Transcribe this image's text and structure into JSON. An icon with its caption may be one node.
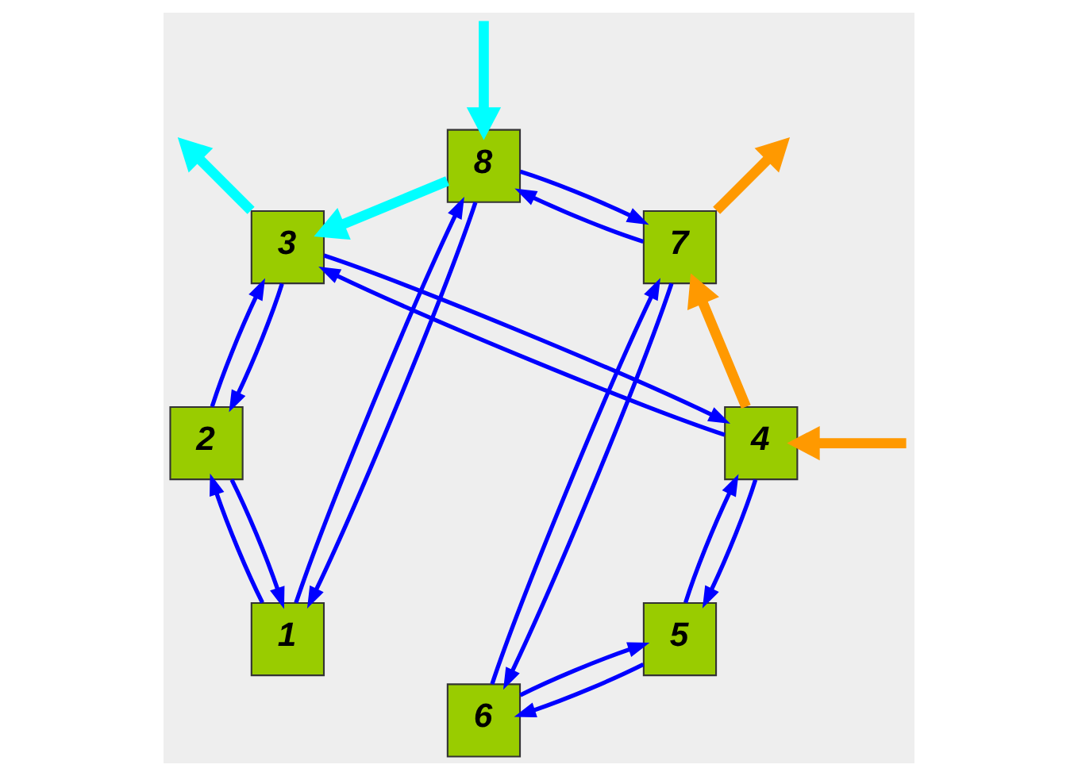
{
  "diagram": {
    "nodes": [
      {
        "text": [
          "1"
        ]
      },
      {
        "text": [
          "2"
        ]
      },
      {
        "text": [
          "3"
        ]
      },
      {
        "text": [
          "4"
        ]
      },
      {
        "text": [
          "5"
        ]
      },
      {
        "text": [
          "6"
        ]
      },
      {
        "text": [
          "7"
        ]
      },
      {
        "text": [
          "8"
        ]
      }
    ],
    "edges": [
      {
        "from": 0,
        "to": 1,
        "arrow": "to"
      },
      {
        "from": 1,
        "to": 2,
        "arrow": "to"
      },
      {
        "from": 2,
        "to": 3,
        "arrow": "to"
      },
      {
        "from": 3,
        "to": 4,
        "arrow": "to"
      },
      {
        "from": 4,
        "to": 5,
        "arrow": "to"
      },
      {
        "from": 5,
        "to": 6,
        "arrow": "to"
      },
      {
        "from": 6,
        "to": 7,
        "arrow": "to"
      },
      {
        "from": 7,
        "to": 0,
        "arrow": "to"
      },
      {
        "from": 1,
        "to": 0,
        "arrow": "to"
      },
      {
        "from": 2,
        "to": 1,
        "arrow": "to"
      },
      {
        "from": 3,
        "to": 2,
        "arrow": "to"
      },
      {
        "from": 4,
        "to": 3,
        "arrow": "to"
      },
      {
        "from": 5,
        "to": 4,
        "arrow": "to"
      },
      {
        "from": 6,
        "to": 5,
        "arrow": "to"
      },
      {
        "from": 7,
        "to": 6,
        "arrow": "to"
      },
      {
        "from": 0,
        "to": 7,
        "arrow": "to"
      },
      {
        "from": null,
        "to": 7,
        "arrow": "to",
        "style": "thick",
        "color": "#00ffff"
      },
      {
        "from": 7,
        "to": 2,
        "arrow": "to",
        "style": "thick",
        "color": "#00ffff"
      },
      {
        "from": 2,
        "to": null,
        "arrow": "to",
        "style": "thick",
        "color": "#00ffff"
      },
      {
        "from": null,
        "to": 3,
        "arrow": "to",
        "style": "thick",
        "color": "#ff9900"
      },
      {
        "from": 3,
        "to": 6,
        "arrow": "to",
        "style": "thick",
        "color": "#ff9900"
      },
      {
        "from": 6,
        "to": null,
        "arrow": "to",
        "style": "thick",
        "color": "#ff9900"
      }
    ]
  }
}
